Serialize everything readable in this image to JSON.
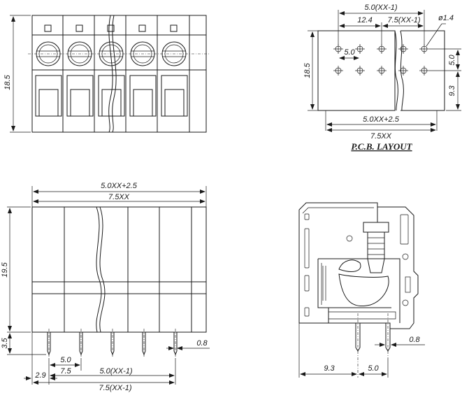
{
  "front_view": {
    "height_label": "18.5"
  },
  "pcb_layout": {
    "title": "P.C.B. LAYOUT",
    "dim_pitch_top": "5.0(XX-1)",
    "dim_12_4": "12.4",
    "dim_7_5_top": "7.5(XX-1)",
    "dim_hole": "ø1.4",
    "dim_5_0_inner": "5.0",
    "dim_5_0_right": "5.0",
    "dim_9_3": "9.3",
    "dim_height": "18.5",
    "dim_width1": "5.0XX+2.5",
    "dim_width2": "7.5XX"
  },
  "side_view": {
    "dim_width1": "5.0XX+2.5",
    "dim_width2": "7.5XX",
    "dim_height": "19.5",
    "dim_pin_len": "3.5",
    "dim_pin_dia": "0.8",
    "dim_5_0": "5.0",
    "dim_7_5": "7.5",
    "dim_2_9": "2.9",
    "dim_pitch1": "5.0(XX-1)",
    "dim_pitch2": "7.5(XX-1)"
  },
  "section_view": {
    "dim_9_3": "9.3",
    "dim_5_0": "5.0",
    "dim_pin_dia": "0.8"
  }
}
